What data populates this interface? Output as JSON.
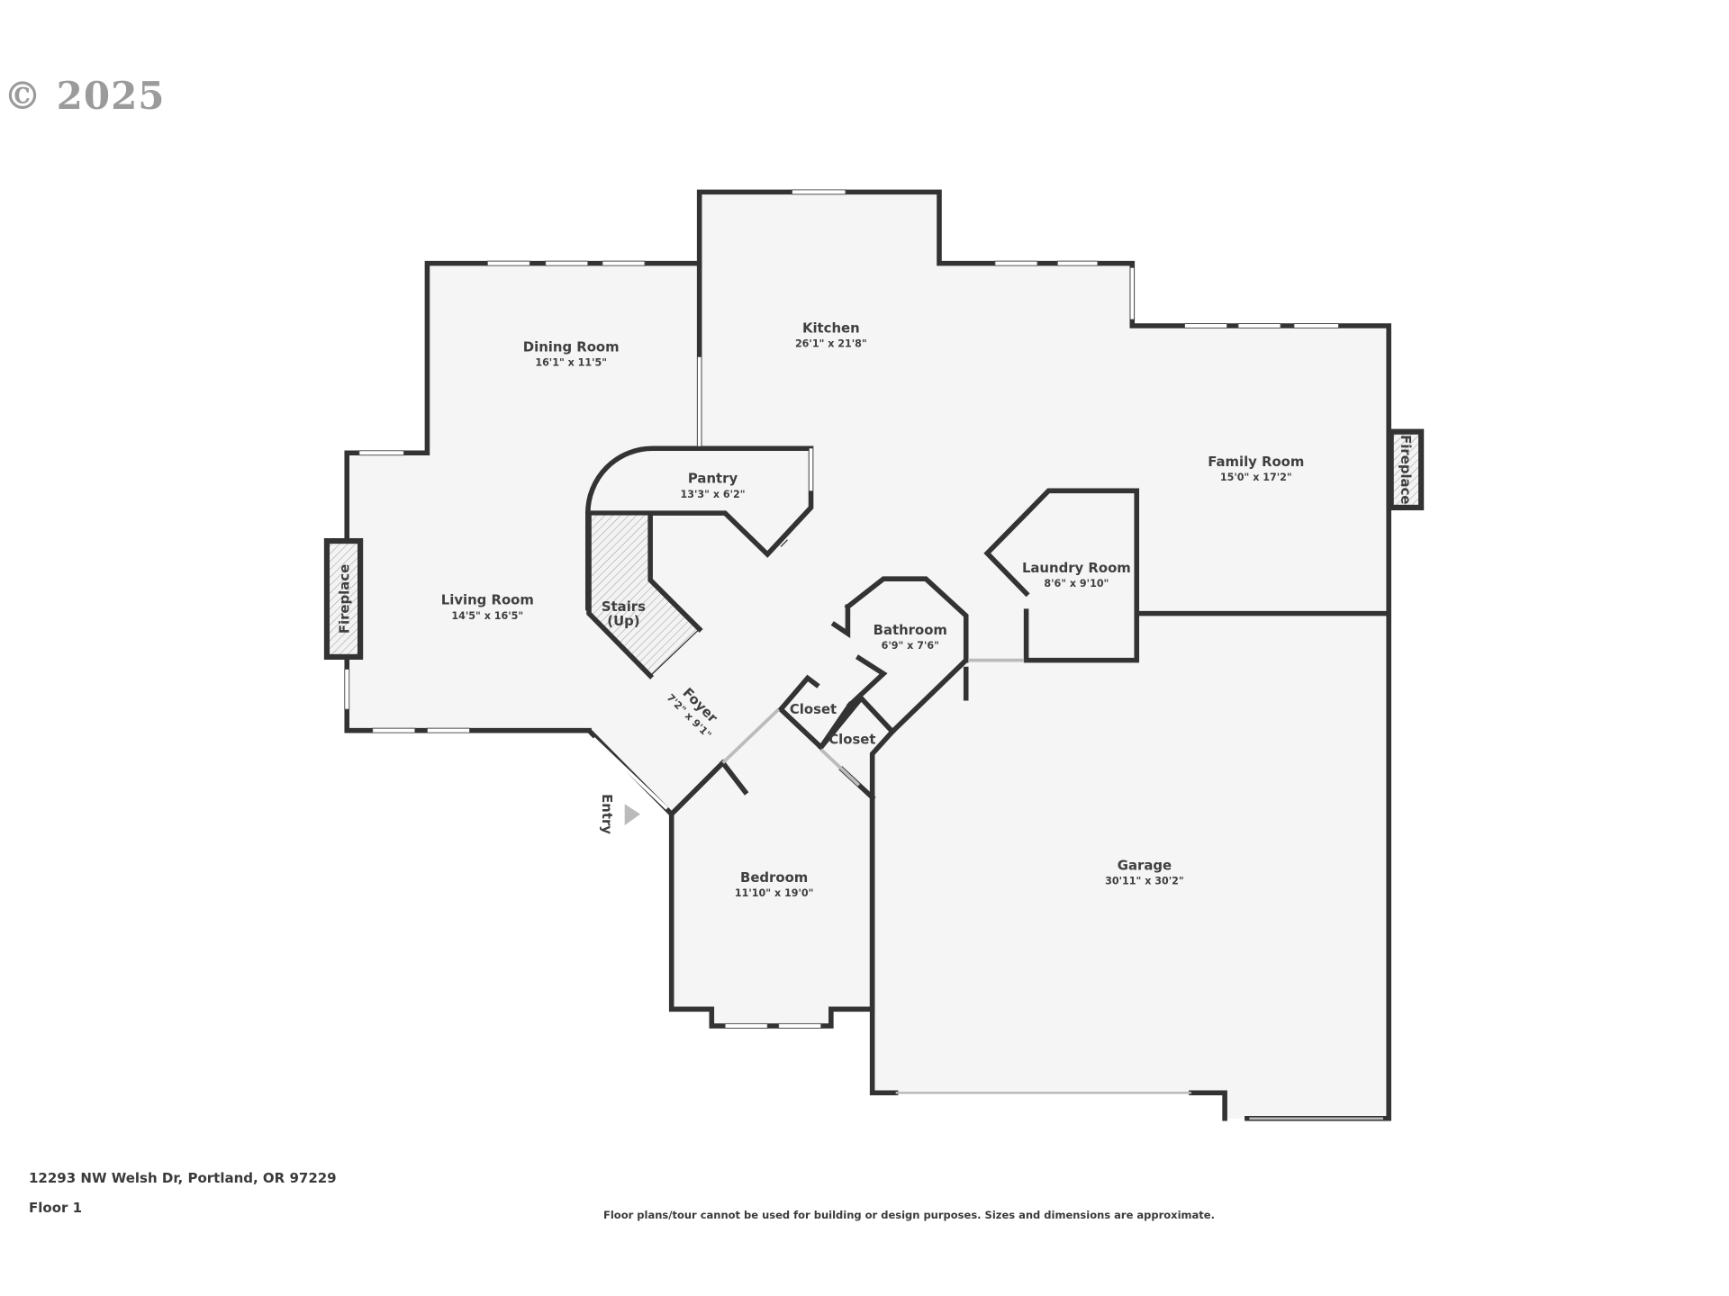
{
  "copyright": "© 2025",
  "address": "12293 NW Welsh Dr, Portland, OR 97229",
  "floor_label": "Floor 1",
  "disclaimer": "Floor plans/tour cannot be used for building or design purposes. Sizes and dimensions are approximate.",
  "colors": {
    "wall": "#333333",
    "floor": "#f5f5f5",
    "text": "#3f3f3f",
    "entry_arrow": "#bbbbbb"
  },
  "rooms": {
    "dining": {
      "name": "Dining Room",
      "dims": "16'1\" x 11'5\""
    },
    "kitchen": {
      "name": "Kitchen",
      "dims": "26'1\" x 21'8\""
    },
    "pantry": {
      "name": "Pantry",
      "dims": "13'3\" x 6'2\""
    },
    "family": {
      "name": "Family Room",
      "dims": "15'0\" x 17'2\""
    },
    "living": {
      "name": "Living Room",
      "dims": "14'5\" x 16'5\""
    },
    "stairs": {
      "name": "Stairs",
      "sub": "(Up)"
    },
    "laundry": {
      "name": "Laundry Room",
      "dims": "8'6\" x 9'10\""
    },
    "bathroom": {
      "name": "Bathroom",
      "dims": "6'9\" x 7'6\""
    },
    "foyer": {
      "name": "Foyer",
      "dims": "7'2\" x 9'1\""
    },
    "closet1": {
      "name": "Closet"
    },
    "closet2": {
      "name": "Closet"
    },
    "bedroom": {
      "name": "Bedroom",
      "dims": "11'10\" x 19'0\""
    },
    "garage": {
      "name": "Garage",
      "dims": "30'11\" x 30'2\""
    }
  },
  "fixtures": {
    "fireplace_left": "Fireplace",
    "fireplace_right": "Fireplace",
    "entry": "Entry"
  }
}
